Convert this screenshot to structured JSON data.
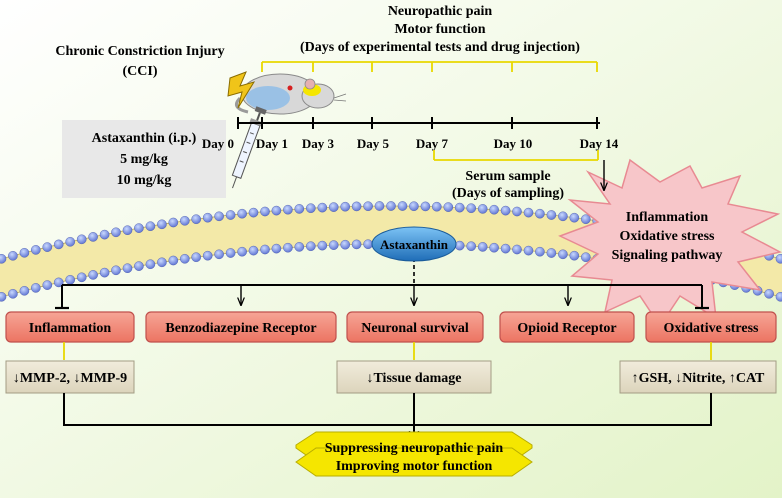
{
  "header": {
    "top_line1": "Neuropathic pain",
    "top_line2": "Motor function",
    "top_line3": "(Days of experimental tests and drug injection)",
    "cci_line1": "Chronic Constriction Injury",
    "cci_line2": "(CCI)"
  },
  "drug": {
    "line1": "Astaxanthin (i.p.)",
    "line2": "5 mg/kg",
    "line3": "10 mg/kg"
  },
  "timeline": {
    "days": [
      "Day 0",
      "Day 1",
      "Day 3",
      "Day 5",
      "Day 7",
      "Day 10",
      "Day 14"
    ]
  },
  "serum": {
    "line1": "Serum sample",
    "line2": "(Days of sampling)"
  },
  "burst": {
    "line1": "Inflammation",
    "line2": "Oxidative stress",
    "line3": "Signaling pathway"
  },
  "center_label": "Astaxanthin",
  "mechanisms": {
    "inflammation": "Inflammation",
    "benzodiazepine": "Benzodiazepine Receptor",
    "neuronal": "Neuronal survival",
    "opioid": "Opioid Receptor",
    "oxidative": "Oxidative stress"
  },
  "effects": {
    "inflammation": "↓MMP-2, ↓MMP-9",
    "neuronal": "↓Tissue damage",
    "oxidative": "↑GSH, ↓Nitrite, ↑CAT"
  },
  "outcome": {
    "line1": "Suppressing neuropathic pain",
    "line2": "Improving motor function"
  },
  "colors": {
    "box_fill": "#f08a7a",
    "box_stroke": "#c0504d",
    "effect_fill": "#e9e3d0",
    "outcome_fill": "#f5e600",
    "ellipse_fill": "#3a8fd6",
    "burst_fill": "#f7c6c9",
    "bracket_yellow": "#e8d800"
  }
}
